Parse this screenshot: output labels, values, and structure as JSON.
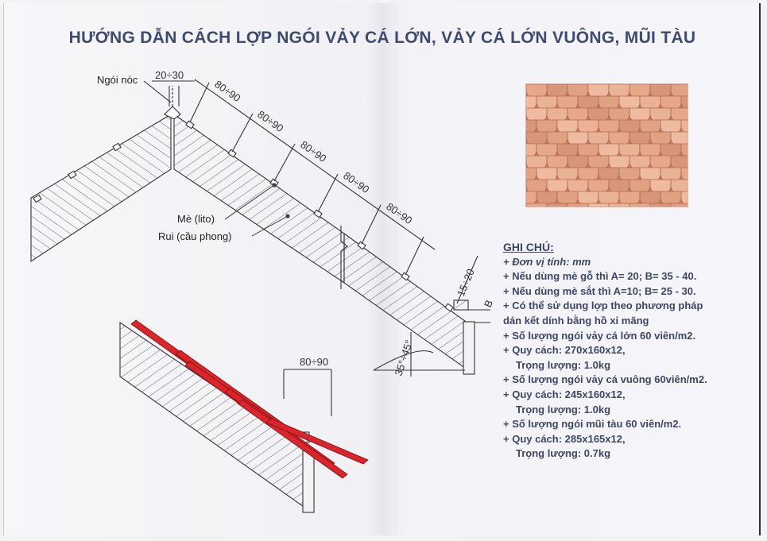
{
  "title": "HƯỚNG DẪN CÁCH LỢP NGÓI VẢY CÁ LỚN, VẢY CÁ LỚN VUÔNG, MŨI TÀU",
  "drawing": {
    "ridge_tile_label": "Ngói nóc",
    "ridge_dim": "20÷30",
    "spacing_dim": "80÷90",
    "batten_label": "Mè (lito)",
    "rafter_label": "Rui (cầu phong)",
    "eave_dim": "15÷20",
    "b_label": "B",
    "angle_label": "35°÷45°",
    "detail_spacing_dim": "80÷90"
  },
  "notes": {
    "heading": "GHI CHÚ:",
    "unit": "+ Đơn vị tính: mm",
    "lines": [
      "+ Nếu dùng mè gỗ thì A= 20; B= 35 - 40.",
      "+ Nếu dùng mè sắt thì A=10; B= 25 - 30.",
      "+ Có thể sử dụng lợp theo phương pháp",
      "dán kết dính bằng hồ xi măng",
      "+ Số lượng ngói vảy cá lớn 60 viên/m2.",
      "+ Quy cách: 270x160x12,",
      "Trọng lượng: 1.0kg",
      "+ Số lượng ngói vảy cá vuông 60viên/m2.",
      "+ Quy cách: 245x160x12,",
      "Trọng lượng: 1.0kg",
      "+ Số lượng ngói mũi tàu 60 viên/m2.",
      "+ Quy cách: 285x165x12,",
      "Trọng lượng: 0.7kg"
    ]
  },
  "colors": {
    "title": "#3e4a6e",
    "notes": "#3d4664",
    "tile_red": "#d9252b",
    "tile_photo": "#e0a283"
  }
}
